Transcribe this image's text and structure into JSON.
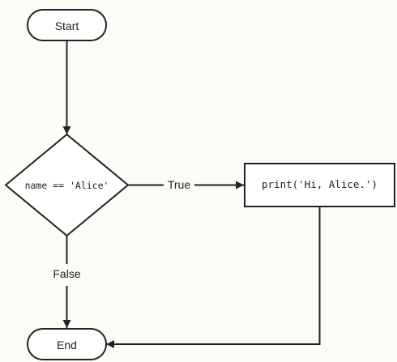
{
  "flowchart": {
    "start_label": "Start",
    "decision_label": "name == 'Alice'",
    "action_label": "print('Hi, Alice.')",
    "end_label": "End",
    "true_label": "True",
    "false_label": "False"
  }
}
